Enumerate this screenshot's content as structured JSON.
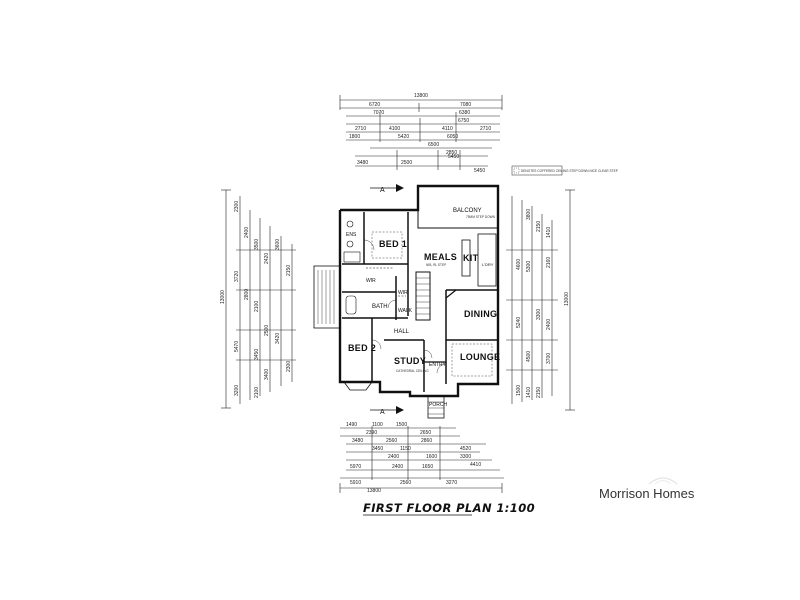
{
  "plan": {
    "title": "FIRST FLOOR PLAN 1:100",
    "section_marker": "A",
    "overall": {
      "top": "13800",
      "bottom": "13800",
      "left": "13000",
      "right": "13000"
    },
    "rooms": [
      {
        "key": "bed1",
        "label": "BED 1"
      },
      {
        "key": "meals",
        "label": "MEALS"
      },
      {
        "key": "kit",
        "label": "KIT"
      },
      {
        "key": "balcony",
        "label": "BALCONY"
      },
      {
        "key": "dining",
        "label": "DINING"
      },
      {
        "key": "lounge",
        "label": "LOUNGE"
      },
      {
        "key": "bed2",
        "label": "BED 2"
      },
      {
        "key": "study",
        "label": "STUDY"
      },
      {
        "key": "hall",
        "label": "HALL"
      },
      {
        "key": "bath",
        "label": "BATH"
      },
      {
        "key": "wir",
        "label": "WIR"
      },
      {
        "key": "wir2",
        "label": "WIR"
      },
      {
        "key": "walk",
        "label": "WALK"
      },
      {
        "key": "ens",
        "label": "ENS"
      },
      {
        "key": "entry",
        "label": "ENTRY"
      },
      {
        "key": "porch",
        "label": "PORCH"
      },
      {
        "key": "ldry",
        "label": "L'DRY"
      }
    ],
    "top_dims": [
      "6720",
      "7080",
      "7070",
      "6380",
      "6750",
      "2710",
      "4100",
      "4110",
      "2710",
      "1800",
      "5420",
      "6050",
      "6500",
      "2850",
      "3480",
      "2500",
      "5450",
      "5450"
    ],
    "bottom_dims": [
      "1490",
      "1100",
      "1500",
      "2390",
      "2650",
      "3480",
      "2560",
      "2860",
      "3450",
      "1150",
      "1600",
      "2400",
      "4520",
      "3300",
      "4410",
      "5970",
      "2400",
      "1650",
      "5910",
      "2560",
      "3270"
    ],
    "left_dims": [
      "2300",
      "2400",
      "3500",
      "2420",
      "3600",
      "2150",
      "3720",
      "2800",
      "2100",
      "5470",
      "3450",
      "2500",
      "3420",
      "3200",
      "2100",
      "3400",
      "2300"
    ],
    "right_dims": [
      "3800",
      "2150",
      "1410",
      "4600",
      "5300",
      "2160",
      "5240",
      "3300",
      "2400",
      "4500",
      "3700",
      "1500",
      "1410",
      "2150"
    ],
    "notes": {
      "legend": "DENOTES COFFERED CEILING STEP DOWN NICE CLEAR STEP",
      "balcony_note": "75MM STEP DOWN",
      "meals_note": "NIB, RL STEP",
      "study_note": "CATHEDRAL CEILING"
    }
  },
  "brand": {
    "name": "Morrison Homes"
  }
}
